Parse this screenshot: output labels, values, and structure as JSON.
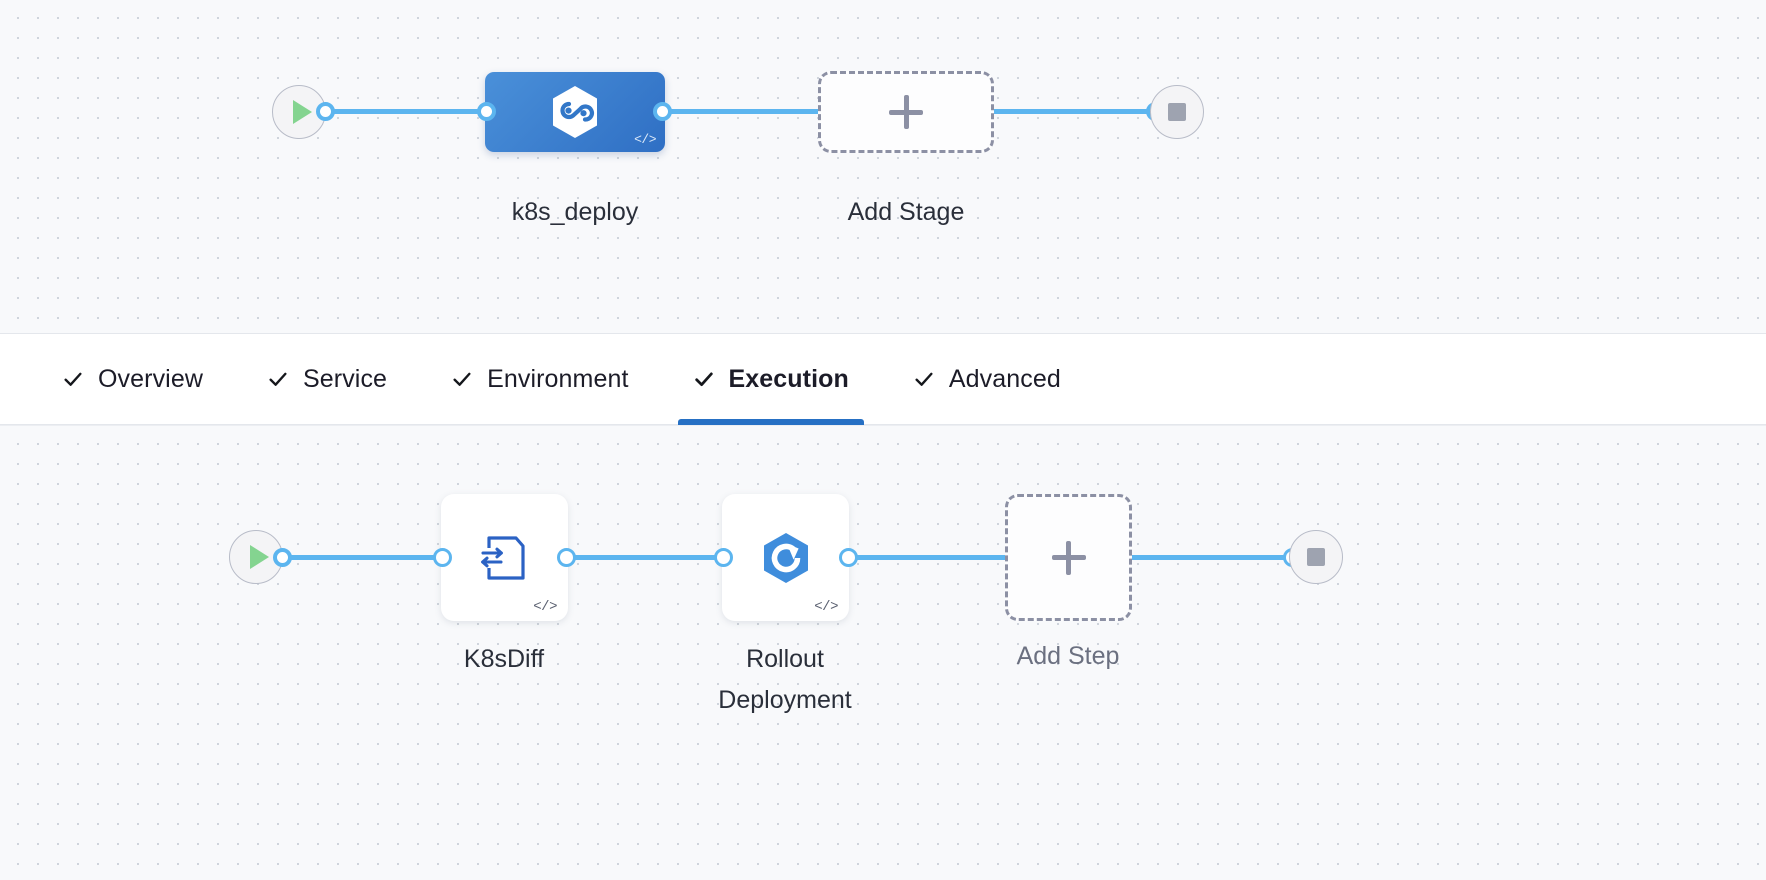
{
  "stage_canvas": {
    "start_node": {
      "name": "pipeline-start",
      "icon": "play-icon"
    },
    "end_node": {
      "name": "pipeline-end",
      "icon": "stop-icon"
    },
    "nodes": [
      {
        "id": "stage-k8s-deploy",
        "label": "k8s_deploy",
        "type": "stage",
        "selected": true,
        "icon": "kubernetes-deploy-hexagon-icon",
        "code_badge": "</>"
      },
      {
        "id": "add-stage",
        "label": "Add Stage",
        "type": "add-placeholder",
        "icon": "plus-icon"
      }
    ]
  },
  "tabs": {
    "items": [
      {
        "id": "overview",
        "label": "Overview",
        "checked": true,
        "active": false
      },
      {
        "id": "service",
        "label": "Service",
        "checked": true,
        "active": false
      },
      {
        "id": "environment",
        "label": "Environment",
        "checked": true,
        "active": false
      },
      {
        "id": "execution",
        "label": "Execution",
        "checked": true,
        "active": true
      },
      {
        "id": "advanced",
        "label": "Advanced",
        "checked": true,
        "active": false
      }
    ],
    "check_icon": "check-icon",
    "active_accent": "#2670c4"
  },
  "step_canvas": {
    "start_node": {
      "name": "execution-start",
      "icon": "play-icon"
    },
    "end_node": {
      "name": "execution-end",
      "icon": "stop-icon"
    },
    "nodes": [
      {
        "id": "step-k8sdiff",
        "label": "K8sDiff",
        "type": "step",
        "icon": "document-swap-arrows-icon",
        "code_badge": "</>"
      },
      {
        "id": "step-rollout-deployment",
        "label": "Rollout\nDeployment",
        "type": "step",
        "icon": "argo-rollout-hexagon-icon",
        "code_badge": "</>"
      },
      {
        "id": "add-step",
        "label": "Add Step",
        "type": "add-placeholder",
        "icon": "plus-icon"
      }
    ]
  },
  "colors": {
    "link": "#5cb5ef",
    "stage_selected_from": "#4a90d9",
    "stage_selected_to": "#2f6fc4",
    "icon_blue": "#2b62c4",
    "rollout_blue": "#3f8ddc",
    "play_green": "#84d490",
    "stop_gray": "#9ea3b0",
    "dashed_border": "#8c90a4"
  }
}
